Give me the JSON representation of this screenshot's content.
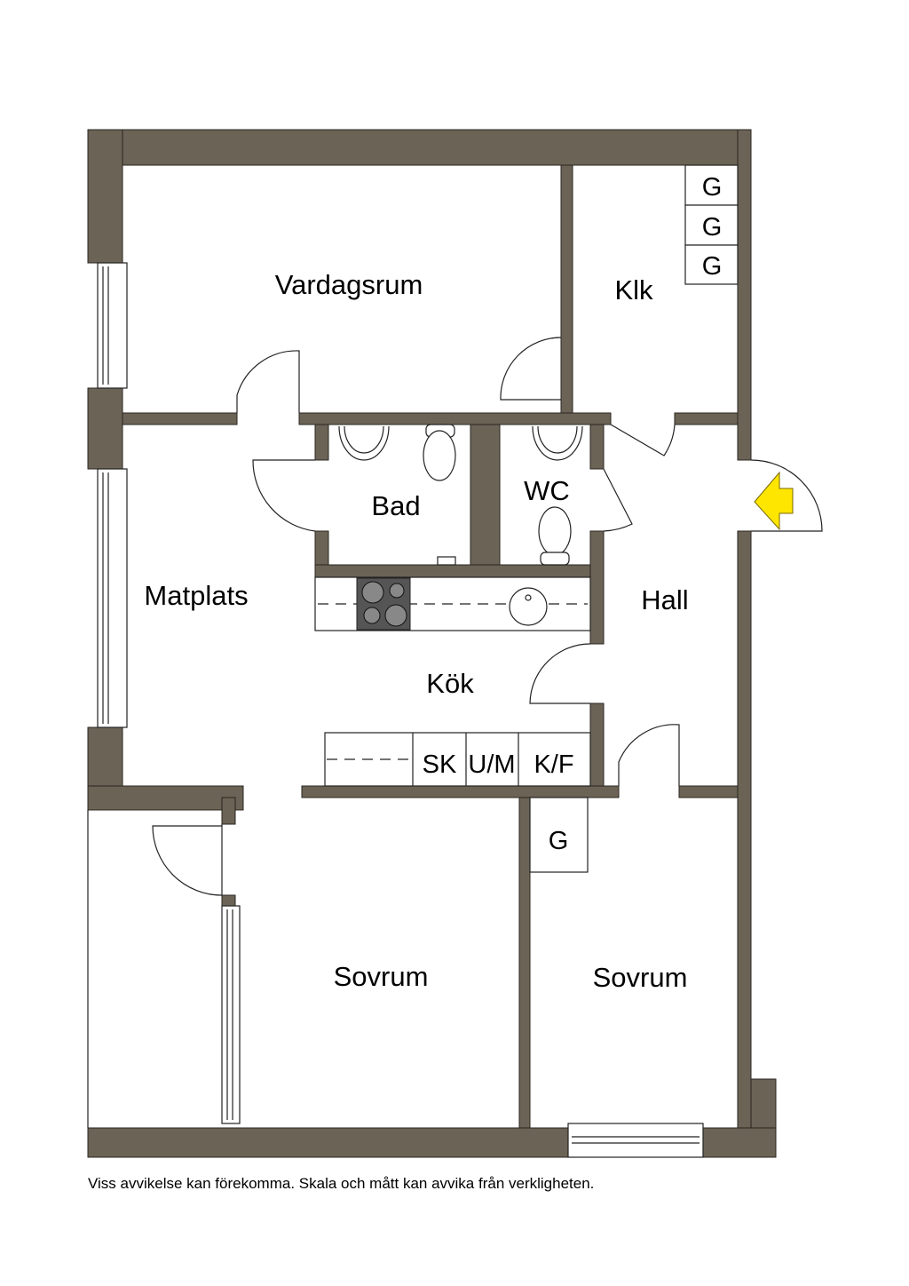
{
  "rooms": {
    "vardagsrum": "Vardagsrum",
    "klk": "Klk",
    "bad": "Bad",
    "wc": "WC",
    "matplats": "Matplats",
    "hall": "Hall",
    "kok": "Kök",
    "sovrum1": "Sovrum",
    "sovrum2": "Sovrum"
  },
  "fixtures": {
    "klk_closets": [
      "G",
      "G",
      "G"
    ],
    "kitchen_units": [
      "SK",
      "U/M",
      "K/F"
    ],
    "bedroom_closet": "G"
  },
  "entrance_color": "#ffe600",
  "wall_color": "#6b6355",
  "disclaimer": "Viss avvikelse kan förekomma. Skala och mått kan avvika från verkligheten."
}
